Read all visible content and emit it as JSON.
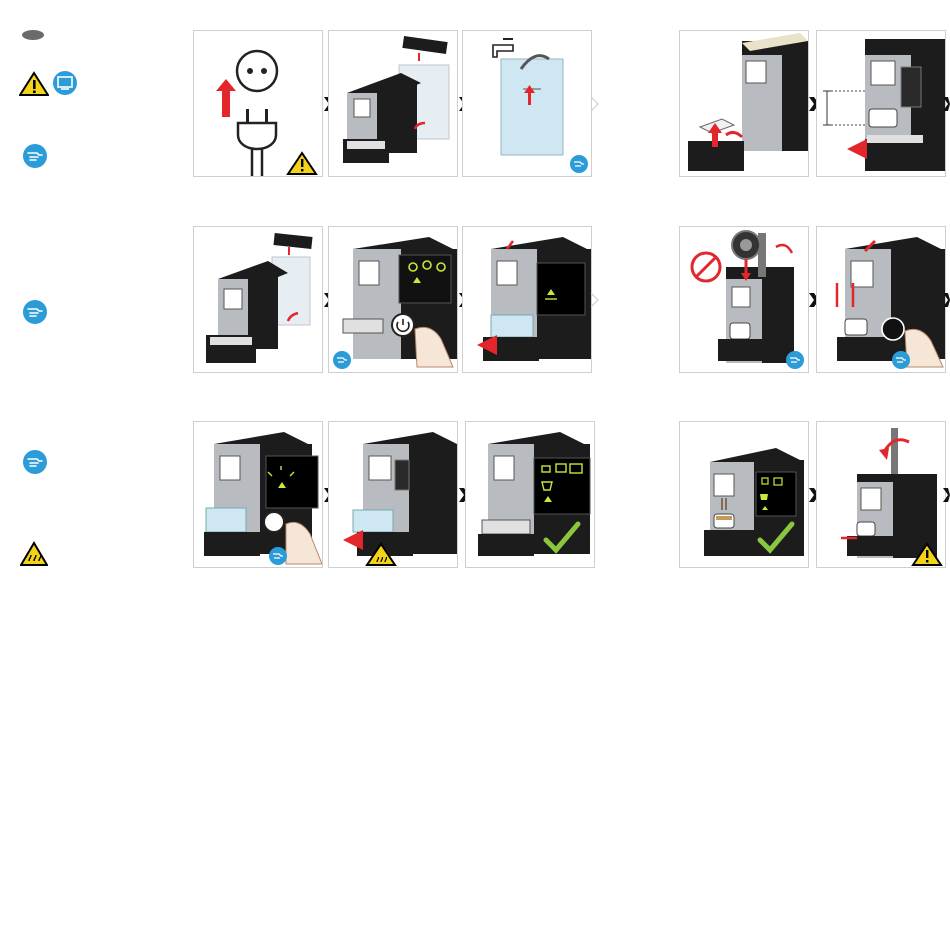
{
  "colors": {
    "accent_red": "#e3262b",
    "info_blue": "#2b9cd8",
    "warning_yellow": "#f3d21a",
    "machine_black": "#1c1c1c",
    "machine_silver": "#b8bcc0",
    "water_blue": "#cfe6f3",
    "led_green": "#c6e93a",
    "check_green": "#8cc63e",
    "panel_border": "#cfcfcf",
    "marker_grey": "#6b6b6b"
  },
  "legend_icons": [
    {
      "name": "grey-oval-marker"
    },
    {
      "name": "warning-triangle-icon"
    },
    {
      "name": "manual-info-icon"
    },
    {
      "name": "hand-info-icon"
    },
    {
      "name": "hand-info-icon"
    },
    {
      "name": "hand-info-icon"
    },
    {
      "name": "hot-surface-warning-icon"
    }
  ],
  "rows": [
    {
      "left_steps": [
        {
          "scene": "plug-into-socket",
          "badge": "warning-triangle-icon"
        },
        {
          "scene": "remove-water-tank-lid",
          "badge": ""
        },
        {
          "scene": "fill-water-tank-from-tap",
          "badge": "hand-info-icon"
        }
      ],
      "right_steps": [
        {
          "scene": "remove-drip-tray-and-grid",
          "badge": ""
        },
        {
          "scene": "adjust-cup-height",
          "badge": ""
        }
      ]
    },
    {
      "left_steps": [
        {
          "scene": "insert-water-tank",
          "badge": ""
        },
        {
          "scene": "press-power-button-leds-blink",
          "badge": "hand-info-icon"
        },
        {
          "scene": "place-container-under-outlet",
          "badge": ""
        }
      ],
      "right_steps": [
        {
          "scene": "insert-capsule-no-milk",
          "badge": "hand-info-icon"
        },
        {
          "scene": "close-lever-press-button",
          "badge": "hand-info-icon"
        }
      ]
    },
    {
      "left_steps": [
        {
          "scene": "press-rinse-button",
          "badge": "hand-info-icon"
        },
        {
          "scene": "remove-container-hot-water",
          "badge": "hot-surface-warning-icon"
        },
        {
          "scene": "machine-ready",
          "badge": "check-mark-icon"
        }
      ],
      "right_steps": [
        {
          "scene": "coffee-dispensing-ready",
          "badge": "check-mark-icon"
        },
        {
          "scene": "lift-lever-eject-capsule",
          "badge": "warning-triangle-icon"
        }
      ]
    }
  ]
}
